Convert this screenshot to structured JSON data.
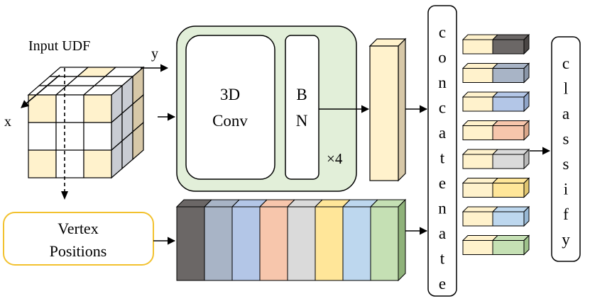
{
  "labels": {
    "input_udf": "Input UDF",
    "axis_y": "y",
    "axis_x": "x",
    "conv_line1": "3D",
    "conv_line2": "Conv",
    "bn_line1": "B",
    "bn_line2": "N",
    "repeat": "×4",
    "vertex_line1": "Vertex",
    "vertex_line2": "Positions",
    "concatenate_letters": [
      "c",
      "o",
      "n",
      "c",
      "a",
      "t",
      "e",
      "n",
      "a",
      "t",
      "e"
    ],
    "classify_letters": [
      "c",
      "l",
      "a",
      "s",
      "s",
      "i",
      "f",
      "y"
    ]
  },
  "colors": {
    "cream": "#FFF2CC",
    "tan": "#D7C8A8",
    "gray_side": "#C9CCD3",
    "conv_bg": "#E2EFD9",
    "vertex_border": "#F2C12E",
    "strip": [
      "#6B6766",
      "#A8B4C6",
      "#B3C6E7",
      "#F7C6AC",
      "#DADADA",
      "#FFE699",
      "#BDD7EE",
      "#C5E0B4"
    ],
    "tokens": [
      "#6B6766",
      "#A8B4C6",
      "#B3C6E7",
      "#F7C6AC",
      "#DADADA",
      "#FFE699",
      "#BDD7EE",
      "#C5E0B4"
    ]
  }
}
